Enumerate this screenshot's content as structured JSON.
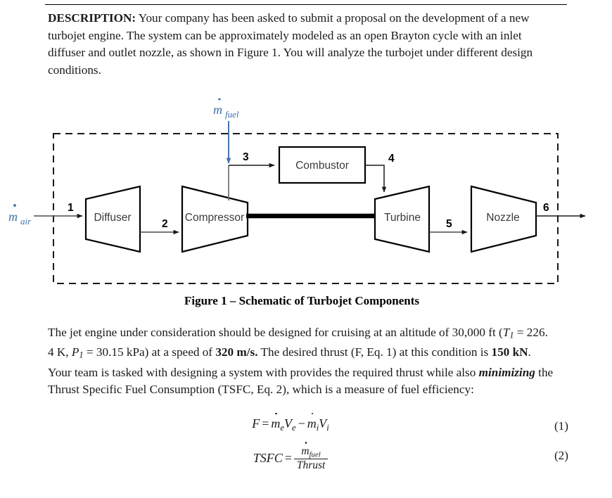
{
  "document": {
    "description_label": "DESCRIPTION:",
    "description_text": " Your company has been asked to submit a proposal on the development of a new turbojet engine. The system can be approximately modeled as an open Brayton cycle with an inlet diffuser and outlet nozzle, as shown in Figure 1. You will analyze the turbojet under different design conditions.",
    "figure_caption": "Figure 1 – Schematic of Turbojet Components",
    "cruise_paragraph": {
      "part1": "The jet engine under consideration should be designed for cruising at an altitude of 30,000 ft (",
      "t_symbol": "T",
      "t_sub": "1",
      "part2": " = 226. 4 K, ",
      "p_symbol": "P",
      "p_sub": "1",
      "part3": " = 30.15 kPa) at a speed of ",
      "speed": "320 m/s.",
      "part4": " The desired thrust (F, Eq. 1) at this condition is ",
      "thrust": "150 kN",
      "part5": ". Your team is tasked with designing a system with provides the required thrust while also ",
      "emph": "minimizing",
      "part6": " the Thrust Specific Fuel Consumption (TSFC, Eq. 2), which is a measure of fuel efficiency:"
    }
  },
  "figure": {
    "boundary_style": "dashed-control-volume",
    "inlet_label": "m",
    "inlet_sub": "air",
    "fuel_label": "m",
    "fuel_sub": "fuel",
    "accent_color": "#3d6fa8",
    "line_color": "#1a1a1a",
    "components": [
      {
        "name": "Diffuser",
        "label": "Diffuser",
        "shape": "trapezoid-expanding"
      },
      {
        "name": "Compressor",
        "label": "Compressor",
        "shape": "trapezoid-contracting"
      },
      {
        "name": "Combustor",
        "label": "Combustor",
        "shape": "rectangle"
      },
      {
        "name": "Turbine",
        "label": "Turbine",
        "shape": "trapezoid-expanding"
      },
      {
        "name": "Nozzle",
        "label": "Nozzle",
        "shape": "trapezoid-contracting"
      }
    ],
    "state_points": [
      "1",
      "2",
      "3",
      "4",
      "5",
      "6"
    ]
  },
  "equations": [
    {
      "id": "eq-1",
      "number": "(1)",
      "lhs": "F",
      "eq": "=",
      "m_e": "m",
      "m_e_sub": "e",
      "V_e": "V",
      "V_e_sub": "e",
      "minus": "−",
      "m_i": "m",
      "m_i_sub": "i",
      "V_i": "V",
      "V_i_sub": "i"
    },
    {
      "id": "eq-2",
      "number": "(2)",
      "lhs": "TSFC",
      "eq": "=",
      "numerator": "m",
      "numerator_sub": "fuel",
      "denominator": "Thrust"
    }
  ]
}
